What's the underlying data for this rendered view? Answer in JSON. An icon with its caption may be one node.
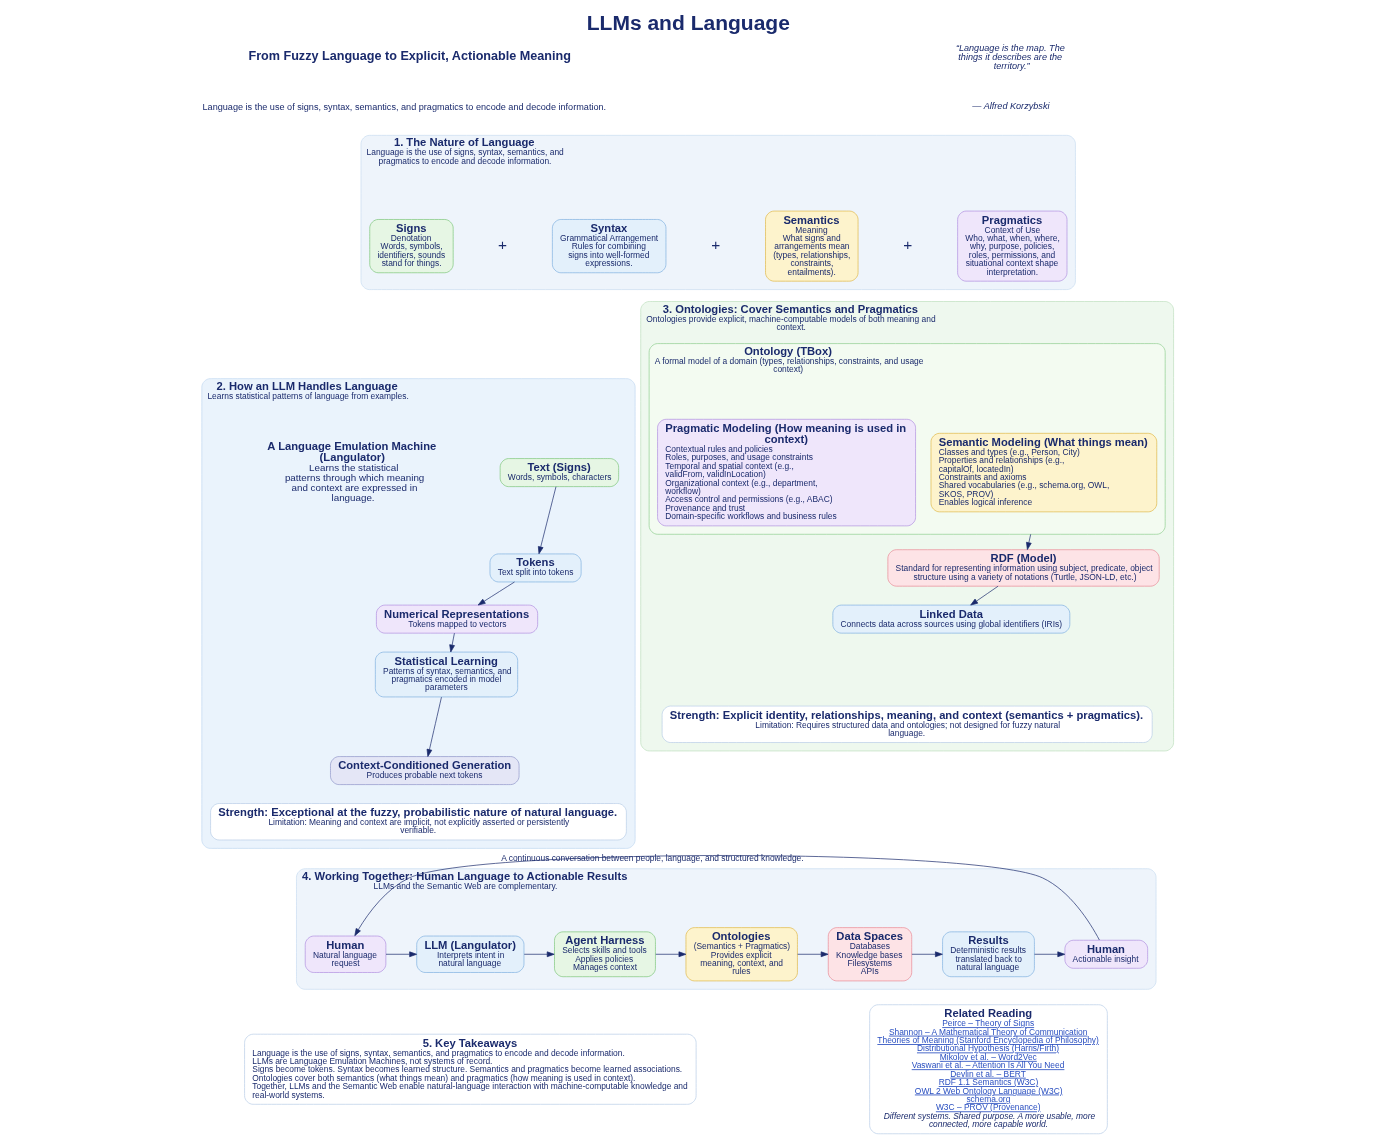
{
  "diagram": {
    "title": "LLMs and Language",
    "nodes": [
      {
        "text": [
          "1. The Nature of Language",
          "Language is the use of signs, syntax, semantics, and pragmatics to encode and decode information."
        ]
      },
      {
        "text": [
          "Signs",
          "Denotation",
          "Words, symbols, identifiers, sounds stand for things."
        ],
        "in": 0
      },
      {
        "text": [
          "Syntax",
          "Grammatical Arrangement",
          "Rules for combining signs into well-formed expressions."
        ],
        "in": 0
      },
      {
        "text": [
          "Semantics",
          "Meaning",
          "What signs and arrangements mean (types, relationships, constraints, entailments)."
        ],
        "in": 0
      },
      {
        "text": [
          "Pragmatics",
          "Context of Use",
          "Who, what, when, where, why, purpose, policies, roles, permissions, and situational context shape interpretation."
        ],
        "in": 0
      },
      {
        "text": [
          "2. How an LLM Handles Language",
          "Learns statistical patterns of language from examples."
        ]
      },
      {
        "text": [
          "Text (Signs)",
          "Words, symbols, characters"
        ],
        "in": 5
      },
      {
        "text": [
          "Tokens",
          "Text split into tokens"
        ],
        "in": 5
      },
      {
        "text": [
          "Numerical Representations",
          "Tokens mapped to vectors"
        ],
        "in": 5
      },
      {
        "text": [
          "Statistical Learning",
          "Patterns of syntax, semantics, and pragmatics encoded in model parameters"
        ],
        "in": 5
      },
      {
        "text": [
          "Context-Conditioned Generation",
          "Produces probable next tokens"
        ],
        "in": 5
      },
      {
        "text": [
          "A Language Emulation Machine (Langulator)",
          "Learns the statistical patterns through which meaning and context are expressed in language."
        ],
        "in": 5
      },
      {
        "text": [
          "Strength: Exceptional at the fuzzy, probabilistic nature of natural language.",
          "Limitation: Meaning and context are implicit, not explicitly asserted or persistently verifiable."
        ],
        "in": 5
      },
      {
        "text": [
          "3. Ontologies: Cover Semantics and Pragmatics",
          "Ontologies provide explicit, machine-computable models of both meaning and context."
        ]
      },
      {
        "text": [
          "Ontology (TBox)",
          "A formal model of a domain (types, relationships, constraints, and usage context)"
        ],
        "in": 13
      },
      {
        "text": [
          "Semantic Modeling (What things mean)",
          "Classes and types (e.g., Person, City)",
          "Properties and relationships (e.g., capitalOf, locatedIn)",
          "Constraints and axioms",
          "Shared vocabularies (e.g., schema.org, OWL, SKOS, PROV)",
          "Enables logical inference"
        ],
        "in": 14
      },
      {
        "text": [
          "Pragmatic Modeling (How meaning is used in context)",
          "Contextual rules and policies",
          "Roles, purposes, and usage constraints",
          "Temporal and spatial context (e.g., validFrom, validInLocation)",
          "Organizational context (e.g., department, workflow)",
          "Access control and permissions (e.g., ABAC)",
          "Provenance and trust",
          "Domain-specific workflows and business rules"
        ],
        "in": 14
      },
      {
        "text": [
          "RDF (Model)",
          "Standard for representing information using subject, predicate, object structure using a variety of notations (Turtle, JSON-LD, etc.)"
        ],
        "in": 13
      },
      {
        "text": [
          "Linked Data",
          "Connects data across sources using global identifiers (IRIs)"
        ],
        "in": 13
      },
      {
        "text": [
          "Strength: Explicit identity, relationships, meaning, and context (semantics + pragmatics).",
          "Limitation: Requires structured data and ontologies; not designed for fuzzy natural language."
        ],
        "in": 13
      },
      {
        "text": [
          "4. Working Together: Human Language to Actionable Results",
          "LLMs and the Semantic Web are complementary."
        ]
      },
      {
        "text": [
          "Human",
          "Natural language request"
        ],
        "in": 20
      },
      {
        "text": [
          "LLM (Langulator)",
          "Interprets intent in natural language"
        ],
        "in": 20
      },
      {
        "text": [
          "Agent Harness",
          "Selects skills and tools",
          "Applies policies",
          "Manages context"
        ],
        "in": 20
      },
      {
        "text": [
          "Ontologies",
          "(Semantics + Pragmatics)",
          "Provides explicit meaning, context, and rules"
        ],
        "in": 20
      },
      {
        "text": [
          "Data Spaces",
          "Databases",
          "Knowledge bases",
          "Filesystems",
          "APIs"
        ],
        "in": 20
      },
      {
        "text": [
          "Results",
          "Deterministic results translated back to natural language"
        ],
        "in": 20
      },
      {
        "text": [
          "Human",
          "Actionable insight"
        ],
        "in": 20
      },
      {
        "text": [
          "5. Key Takeaways",
          "Language is the use of signs, syntax, semantics, and pragmatics to encode and decode information.",
          "LLMs are Language Emulation Machines, not systems of record.",
          "Signs become tokens. Syntax becomes learned structure. Semantics and pragmatics become learned associations.",
          "Ontologies cover both semantics (what things mean) and pragmatics (how meaning is used in context).",
          "Together, LLMs and the Semantic Web enable natural-language interaction with machine-computable knowledge and real-world systems."
        ]
      },
      {
        "text": [
          "Related Reading",
          "Peirce – Theory of Signs",
          "Shannon – A Mathematical Theory of Communication",
          "Theories of Meaning (Stanford Encyclopedia of Philosophy)",
          "Distributional Hypothesis (Harris/Firth)",
          "Mikolov et al. – Word2Vec",
          "Vaswani et al. – Attention Is All You Need",
          "Devlin et al. – BERT",
          "RDF 1.1 Semantics (W3C)",
          "OWL 2 Web Ontology Language (W3C)",
          "schema.org",
          "W3C – PROV (Provenance)",
          "Different systems. Shared purpose. A more usable, more connected, more capable world."
        ]
      }
    ],
    "edges": [
      {
        "from": 6,
        "to": 7,
        "arrow": "to"
      },
      {
        "from": 7,
        "to": 8,
        "arrow": "to"
      },
      {
        "from": 8,
        "to": 9,
        "arrow": "to"
      },
      {
        "from": 9,
        "to": 10,
        "arrow": "to"
      },
      {
        "from": 14,
        "to": 17,
        "arrow": "to"
      },
      {
        "from": 17,
        "to": 18,
        "arrow": "to"
      },
      {
        "from": 21,
        "to": 22,
        "arrow": "to"
      },
      {
        "from": 22,
        "to": 23,
        "arrow": "to"
      },
      {
        "from": 23,
        "to": 24,
        "arrow": "to"
      },
      {
        "from": 24,
        "to": 25,
        "arrow": "to"
      },
      {
        "from": 25,
        "to": 26,
        "arrow": "to"
      },
      {
        "from": 26,
        "to": 27,
        "arrow": "to"
      },
      {
        "from": 27,
        "to": 21,
        "arrow": "to",
        "label": "A continuous conversation between people, language, and structured knowledge."
      }
    ],
    "labels": [
      "From Fuzzy Language to Explicit, Actionable Meaning",
      "Language is the use of signs, syntax, semantics, and pragmatics to encode and decode information.",
      "“Language is the map. The things it describes are the territory.”",
      "— Alfred Korzybski",
      "+",
      "+",
      "+"
    ]
  }
}
